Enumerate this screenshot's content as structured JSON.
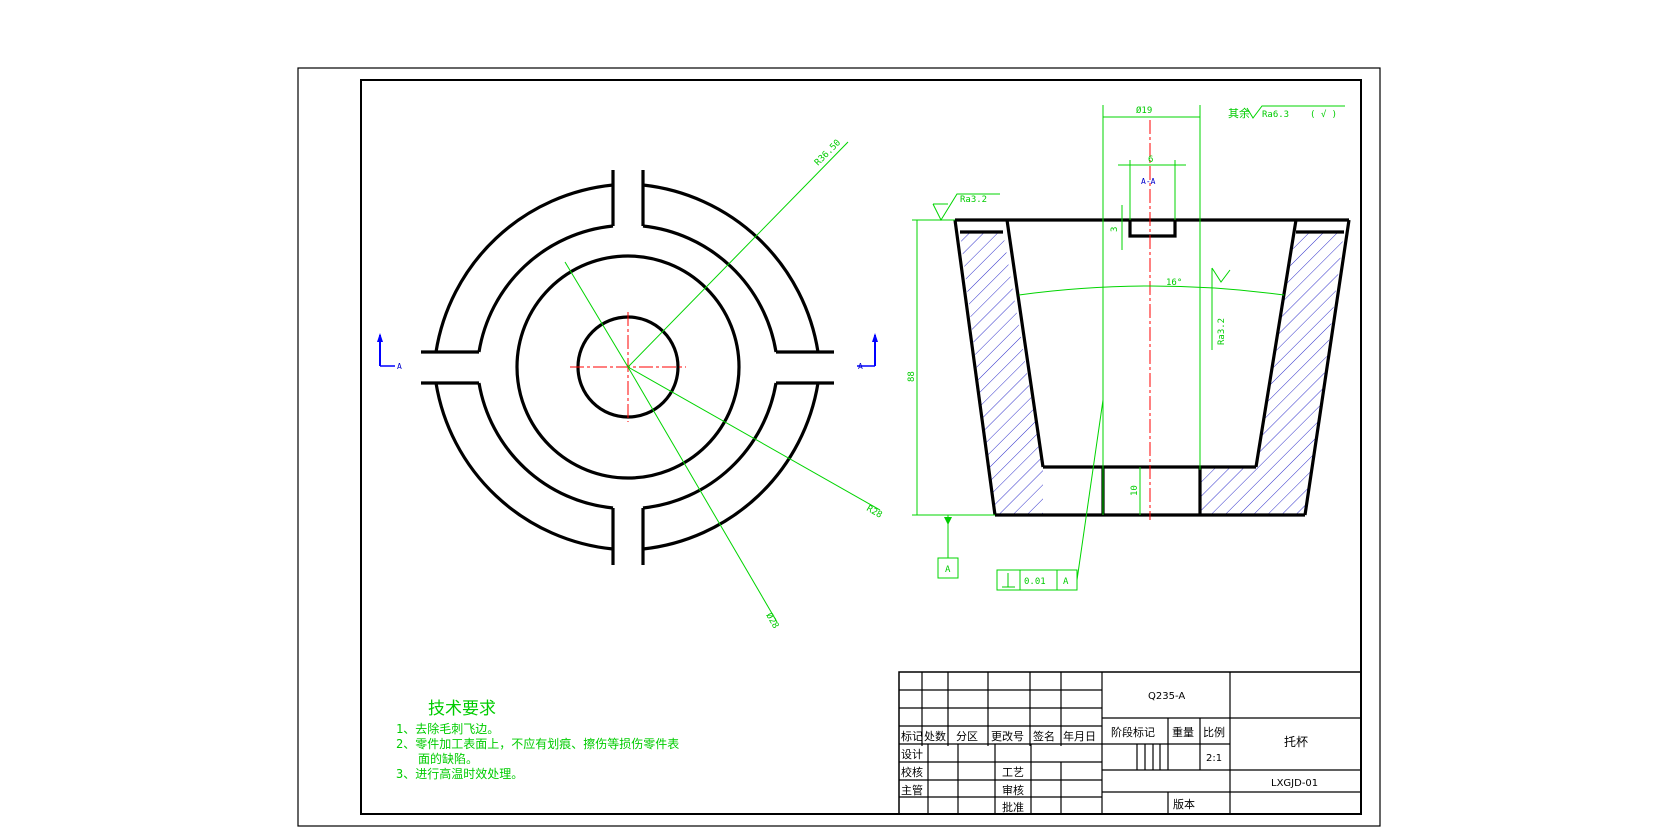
{
  "dimensions": {
    "r36_50": "R36.50",
    "r28": "R28",
    "phi28": "Ø28",
    "phi19": "Ø19",
    "six": "6",
    "three": "3",
    "ten": "10",
    "height": "88",
    "angle": "16°"
  },
  "section_label": "A-A",
  "view_marker": "A",
  "roughness": {
    "other": "其余",
    "other_value": "Ra6.3",
    "other_suffix": "( √ )",
    "top": "Ra3.2",
    "side": "Ra3.2"
  },
  "datum": {
    "label": "A",
    "tolerance_value": "0.01",
    "tolerance_ref": "A"
  },
  "tech_requirements": {
    "title": "技术要求",
    "line1": "1、去除毛刺飞边。",
    "line2": "2、零件加工表面上，不应有划痕、擦伤等损伤零件表",
    "line2b": "面的缺陷。",
    "line3": "3、进行高温时效处理。"
  },
  "title_block": {
    "material": "Q235-A",
    "part_name": "托杯",
    "drawing_no": "LXGJD-01",
    "scale": "2:1",
    "col_biaoji": "标记",
    "col_chushu": "处数",
    "col_fenqu": "分区",
    "col_gengai": "更改号",
    "col_qianming": "签名",
    "col_date": "年月日",
    "stage_mark": "阶段标记",
    "weight": "重量",
    "ratio": "比例",
    "design": "设计",
    "check": "校核",
    "supervisor": "主管",
    "process": "工艺",
    "review": "审核",
    "approve": "批准",
    "version": "版本"
  }
}
